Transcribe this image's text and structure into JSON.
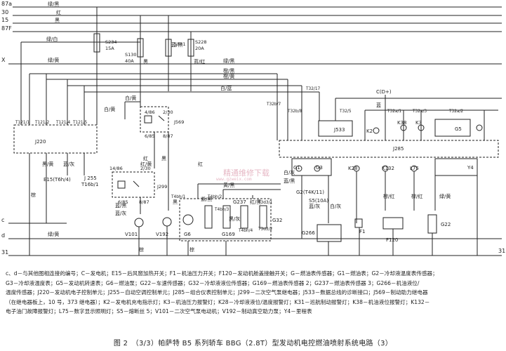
{
  "rails": {
    "r87a": "87a",
    "r30": "30",
    "r15": "15",
    "r87f": "87F",
    "rx": "X",
    "c": "c",
    "d": "d",
    "r31": "31",
    "r31b": "31"
  },
  "wires": {
    "w1": "绿/黑",
    "w2": "红",
    "w3": "黑",
    "w4": "绿/白",
    "w5": "绿/黄",
    "w6": "绿/黑",
    "w7": "橙/黑",
    "w8": "橙/黄",
    "w9": "白/蓝",
    "w10": "白/黄",
    "w11": "白/黄",
    "w12": "蓝/黑",
    "w13": "蓝/红",
    "w14": "黑",
    "w15": "红/黄",
    "w16": "黑/黄",
    "w17": "蓝/灰",
    "w18": "棕",
    "w19": "黄/黑",
    "w20": "白/灰",
    "w21": "蓝/黑",
    "w22": "蓝/灰",
    "w23": "蓝",
    "w24": "白/灰",
    "w25": "绿/黄",
    "w26": "棕/红",
    "w27": "棕/红",
    "w28": "蓝/灰",
    "w29": "绿/黄",
    "w30": "红",
    "w31": "红",
    "w32": "黑",
    "w33": "黑/灰",
    "w34": "蓝/黑",
    "w35": "紫/黑",
    "w36": "棕",
    "w37": "棕",
    "w38": "黑",
    "w39": "红/黑"
  },
  "fuses": {
    "s234": "S234",
    "s234a": "15A",
    "s130": "S130",
    "s130a": "40A",
    "s131": "S131",
    "s228": "S228",
    "s228a": "20A"
  },
  "relays": {
    "j569": "J569",
    "j569p1": "4/86",
    "j569p2": "2/30",
    "j569p3": "6/85",
    "j569p4": "8/87",
    "j299": "J299",
    "j299p1": "14/86",
    "j299p2": "2/30",
    "j299p3": "6/85",
    "j299p4": "8/87"
  },
  "components": {
    "j220": "J220",
    "j285": "J285",
    "j533": "J533",
    "g5": "G5",
    "e15": "E15(T6h/4)",
    "j255": "J 255",
    "j255t": "T16b/1",
    "g237": "G237",
    "g169": "G169",
    "g6": "G6",
    "g32": "G32",
    "g266": "G266",
    "f1": "F1",
    "f120": "F120",
    "g22": "G22",
    "v101": "V101",
    "v192": "V192",
    "g1": "G1",
    "g3": "G3",
    "g2": "G2(T4K/11)",
    "s5": "S5(10A)",
    "k2": "K2",
    "k38": "K38",
    "k3": "K3",
    "k28": "K28",
    "k132": "K132",
    "l75": "L75",
    "y4": "Y4",
    "cd": "C(D+)"
  },
  "terminals": {
    "t121a": "T121/1",
    "t121b": "T121/2",
    "t121c": "T121/4",
    "t121d": "T121/5",
    "t32a": "T32b/7",
    "t32b": "T32b/8",
    "t32c": "T32/17",
    "t32d": "T32/5",
    "t32e": "T32a/1",
    "t32f": "T32a/3",
    "t32g": "T32a/2",
    "t4bh1": "T4bh/1",
    "t4bh2": "T4bh/2",
    "t4bh3": "T4bh/3",
    "t3d1": "T3d3/1",
    "t3d2": "T3d3/2",
    "t4bh4": "T4bh/4"
  },
  "legend": {
    "line1": "c、d－与其他图相连接的编号；C－发电机；E15－后风窗加热开关；F1－机油压力开关；F120－发动机舱盖接触开关；G－燃油表传感器；G1－燃油表；G2－冷却液温度表传感器；",
    "line2": "G3－冷却液温度表；G5－发动机转速表；G6－燃油泵；G22－车速传感器；G32－冷却液液位传感器；G169－燃油表传感器 2；G237－燃油表传感器 3；G266－机油液位/",
    "line3": "温度传感器；J220－发动机电子控制单元；J255－自动空调控制单元；J285－组合仪表控制单元；J299－二次空气泵继电器；J533－数据总线的诊断接口；J569－制动助力继电器",
    "line4": "（在继电器板上，10 号，373 继电器）；K2－发电机充电指示灯；K3－机油压力报警灯；K28－冷却液液位/温度报警灯；K31－巡航制动报警灯；K38－机油液位报警灯；K132－",
    "line5": "电子油门故障报警灯；L75－数字显示照明灯；S5－熔断丝 5；V101－二次空气泵电动机；V192－制动真空助力泵；Y4－里程表"
  },
  "caption": "图 2　（3/3）帕萨特 B5 系列轿车 BBG（2.8T）型发动机电控燃油喷射系统电路（3）",
  "watermark": "精通维修下载",
  "watermark_url": "www.gzweix.com"
}
